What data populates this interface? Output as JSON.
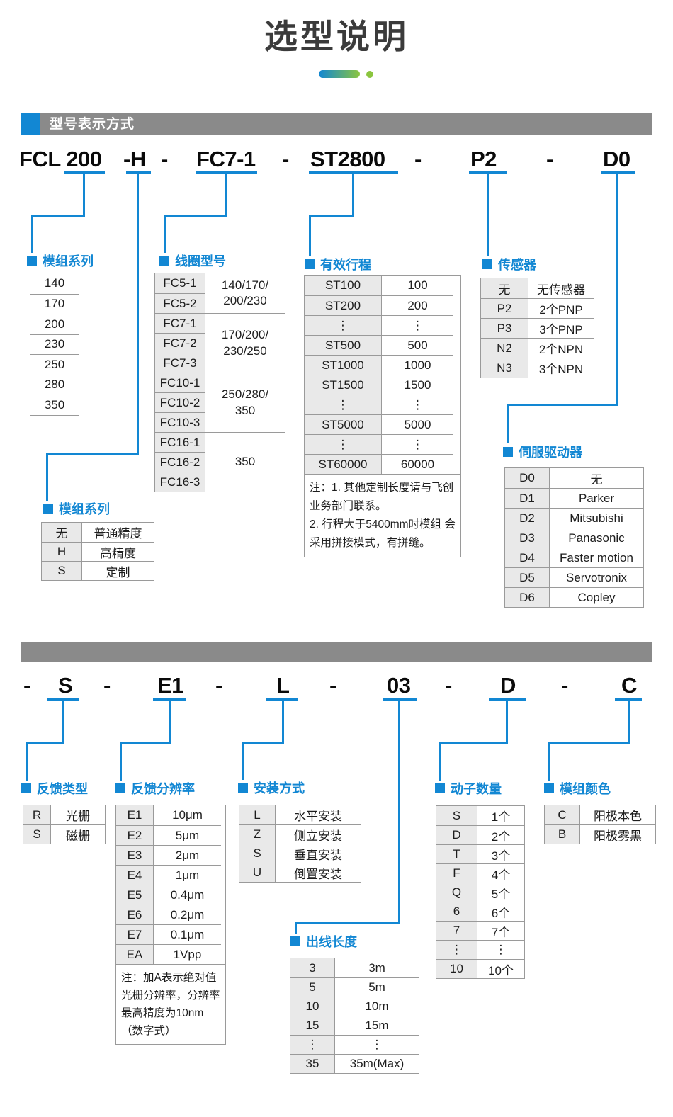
{
  "page": {
    "title": "选型说明"
  },
  "colors": {
    "accent_blue": "#1287d3",
    "bar_gray": "#8a8a8a",
    "gradient_green": "#8bc53f",
    "table_key_bg": "#e9e9e9",
    "table_border": "#9a9a9a"
  },
  "section1": {
    "header": "型号表示方式"
  },
  "model1": {
    "segments": [
      "FCL 200",
      "-H",
      "-",
      "FC7-1",
      "-",
      "ST2800",
      "-",
      "P2",
      "-",
      "D0"
    ]
  },
  "model2": {
    "segments": [
      "-",
      "S",
      "-",
      "E1",
      "-",
      "L",
      "-",
      "03",
      "-",
      "D",
      "-",
      "C"
    ]
  },
  "labels": {
    "series": "模组系列",
    "coil": "线圈型号",
    "stroke": "有效行程",
    "sensor": "传感器",
    "driver": "伺服驱动器",
    "accuracy": "模组系列",
    "fbtype": "反馈类型",
    "res": "反馈分辨率",
    "mount": "安装方式",
    "cable": "出线长度",
    "movers": "动子数量",
    "color": "模组颜色"
  },
  "tables": {
    "series": {
      "rows": [
        [
          "140"
        ],
        [
          "170"
        ],
        [
          "200"
        ],
        [
          "230"
        ],
        [
          "250"
        ],
        [
          "280"
        ],
        [
          "350"
        ]
      ]
    },
    "coil": {
      "codes": [
        "FC5-1",
        "FC5-2",
        "FC7-1",
        "FC7-2",
        "FC7-3",
        "FC10-1",
        "FC10-2",
        "FC10-3",
        "FC16-1",
        "FC16-2",
        "FC16-3"
      ],
      "groups": [
        {
          "label": "140/170/\n200/230",
          "span": 2
        },
        {
          "label": "170/200/\n230/250",
          "span": 3
        },
        {
          "label": "250/280/\n350",
          "span": 3
        },
        {
          "label": "350",
          "span": 3
        }
      ]
    },
    "stroke": {
      "rows": [
        [
          "ST100",
          "100"
        ],
        [
          "ST200",
          "200"
        ],
        [
          "⋮",
          "⋮"
        ],
        [
          "ST500",
          "500"
        ],
        [
          "ST1000",
          "1000"
        ],
        [
          "ST1500",
          "1500"
        ],
        [
          "⋮",
          "⋮"
        ],
        [
          "ST5000",
          "5000"
        ],
        [
          "⋮",
          "⋮"
        ],
        [
          "ST60000",
          "60000"
        ]
      ],
      "note": "注：1. 其他定制长度请与飞创\n业务部门联系。\n2. 行程大于5400mm时模组 会\n采用拼接模式，有拼缝。"
    },
    "sensor": {
      "rows": [
        [
          "无",
          "无传感器"
        ],
        [
          "P2",
          "2个PNP"
        ],
        [
          "P3",
          "3个PNP"
        ],
        [
          "N2",
          "2个NPN"
        ],
        [
          "N3",
          "3个NPN"
        ]
      ]
    },
    "accuracy": {
      "rows": [
        [
          "无",
          "普通精度"
        ],
        [
          "H",
          "高精度"
        ],
        [
          "S",
          "定制"
        ]
      ]
    },
    "driver": {
      "rows": [
        [
          "D0",
          "无"
        ],
        [
          "D1",
          "Parker"
        ],
        [
          "D2",
          "Mitsubishi"
        ],
        [
          "D3",
          "Panasonic"
        ],
        [
          "D4",
          "Faster motion"
        ],
        [
          "D5",
          "Servotronix"
        ],
        [
          "D6",
          "Copley"
        ]
      ]
    },
    "fbtype": {
      "rows": [
        [
          "R",
          "光栅"
        ],
        [
          "S",
          "磁栅"
        ]
      ]
    },
    "res": {
      "rows": [
        [
          "E1",
          "10μm"
        ],
        [
          "E2",
          "5μm"
        ],
        [
          "E3",
          "2μm"
        ],
        [
          "E4",
          "1μm"
        ],
        [
          "E5",
          "0.4μm"
        ],
        [
          "E6",
          "0.2μm"
        ],
        [
          "E7",
          "0.1μm"
        ],
        [
          "EA",
          "1Vpp"
        ]
      ],
      "note": "注：加A表示绝对值\n光栅分辨率，分辨率\n最高精度为10nm\n（数字式）"
    },
    "mount": {
      "rows": [
        [
          "L",
          "水平安装"
        ],
        [
          "Z",
          "侧立安装"
        ],
        [
          "S",
          "垂直安装"
        ],
        [
          "U",
          "倒置安装"
        ]
      ]
    },
    "cable": {
      "rows": [
        [
          "3",
          "3m"
        ],
        [
          "5",
          "5m"
        ],
        [
          "10",
          "10m"
        ],
        [
          "15",
          "15m"
        ],
        [
          "⋮",
          "⋮"
        ],
        [
          "35",
          "35m(Max)"
        ]
      ]
    },
    "movers": {
      "rows": [
        [
          "S",
          "1个"
        ],
        [
          "D",
          "2个"
        ],
        [
          "T",
          "3个"
        ],
        [
          "F",
          "4个"
        ],
        [
          "Q",
          "5个"
        ],
        [
          "6",
          "6个"
        ],
        [
          "7",
          "7个"
        ],
        [
          "⋮",
          "⋮"
        ],
        [
          "10",
          "10个"
        ]
      ]
    },
    "color": {
      "rows": [
        [
          "C",
          "阳极本色"
        ],
        [
          "B",
          "阳极雾黑"
        ]
      ]
    }
  }
}
